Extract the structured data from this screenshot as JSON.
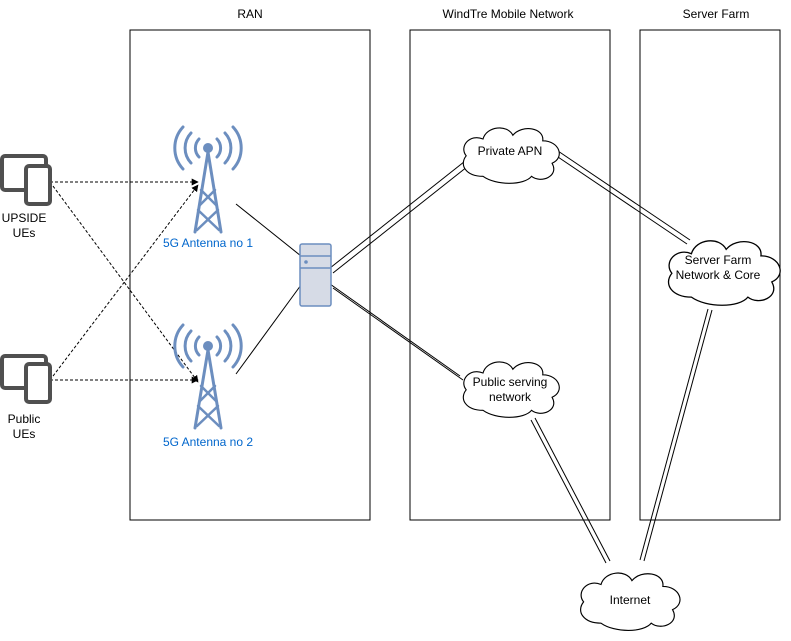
{
  "regions": {
    "ran": "RAN",
    "windtre": "WindTre Mobile  Network",
    "server_farm": "Server  Farm"
  },
  "devices": {
    "upside_line1": "UPSIDE",
    "upside_line2": "UEs",
    "public_line1": "Public",
    "public_line2": "UEs"
  },
  "antennas": {
    "antenna1": "5G Antenna no 1",
    "antenna2": "5G Antenna no 2"
  },
  "clouds": {
    "private_apn": "Private APN",
    "public_line1": "Public serving",
    "public_line2": "network",
    "serverfarm_line1": "Server Farm",
    "serverfarm_line2": "Network & Core",
    "internet": "Internet"
  },
  "colors": {
    "antenna": "#6c8ebf",
    "antenna_label": "#0066cc",
    "device": "#505050",
    "server_fill": "#d6dbe6",
    "server_stroke": "#6c8ebf"
  }
}
